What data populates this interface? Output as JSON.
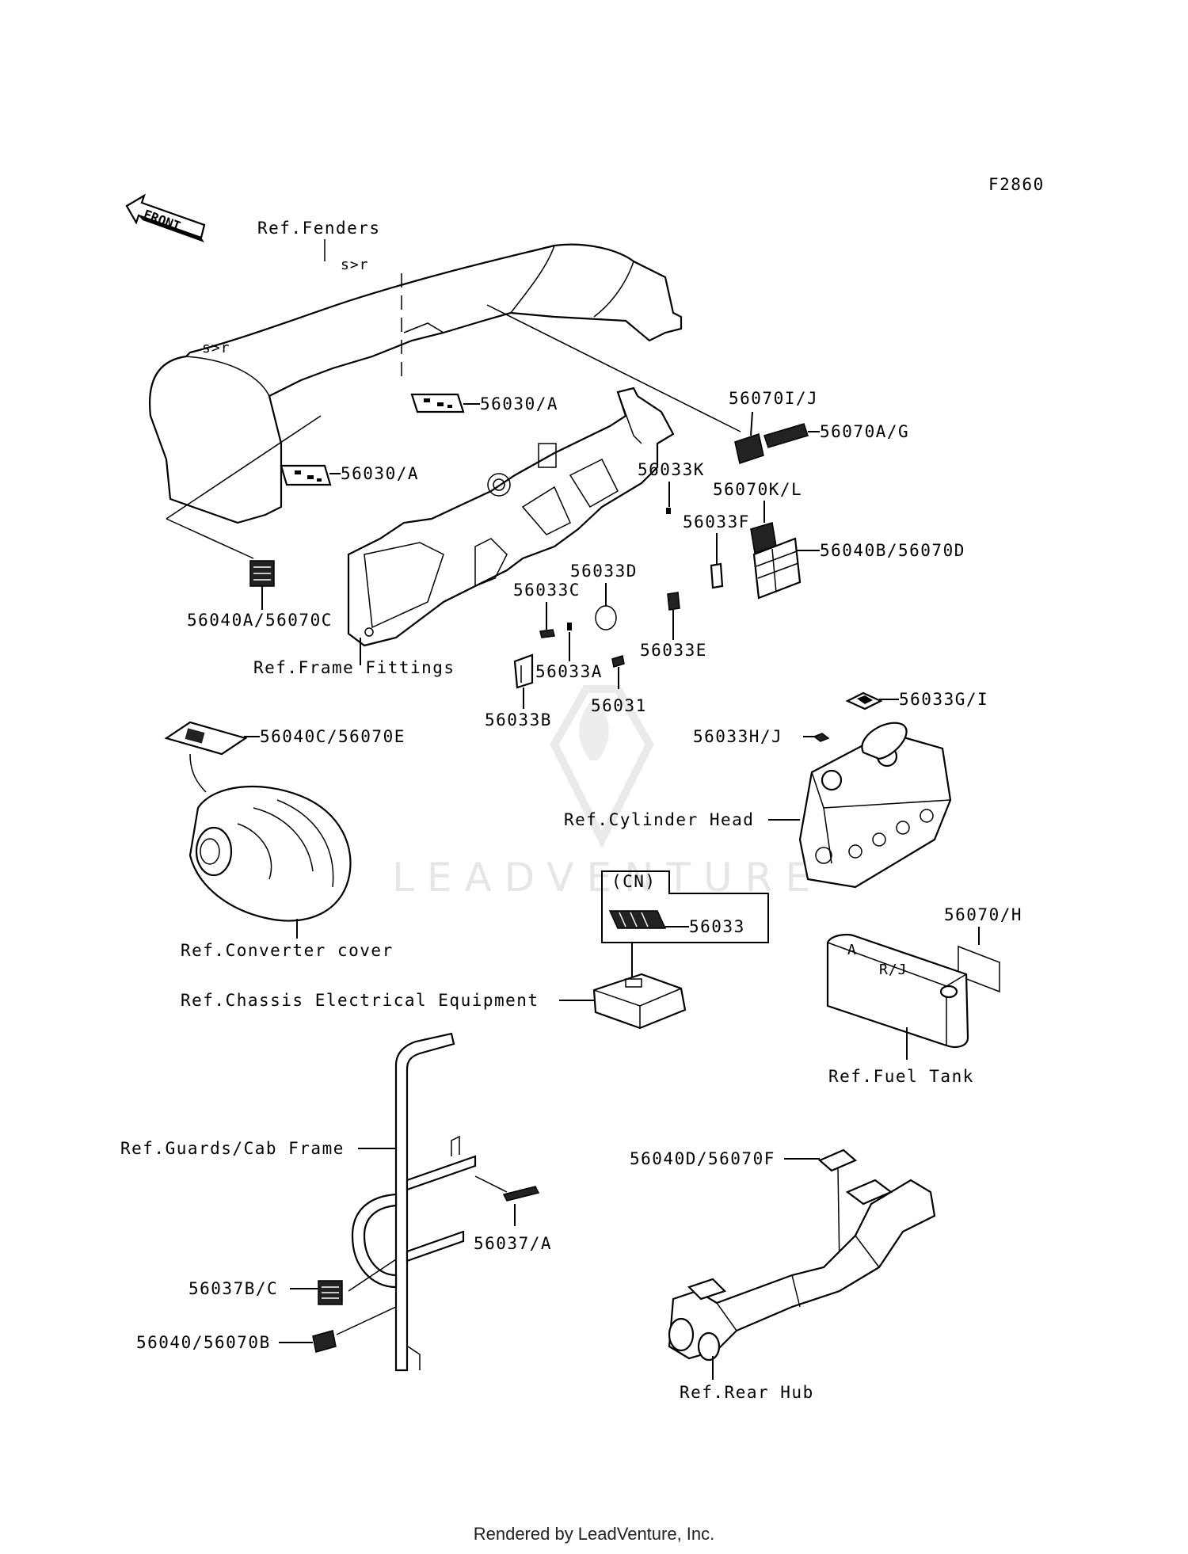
{
  "diagram_code": "F2860",
  "front_label": "FRONT",
  "watermark": "LEADVENTURE",
  "footer": "Rendered by LeadVenture, Inc.",
  "labels": {
    "ref_fenders": "Ref.Fenders",
    "ref_frame_fittings": "Ref.Frame Fittings",
    "ref_cylinder_head": "Ref.Cylinder Head",
    "ref_converter_cover": "Ref.Converter cover",
    "ref_chassis_electrical": "Ref.Chassis Electrical Equipment",
    "ref_fuel_tank": "Ref.Fuel Tank",
    "ref_guards_cab_frame": "Ref.Guards/Cab Frame",
    "ref_rear_hub": "Ref.Rear Hub",
    "cn": "(CN)"
  },
  "parts": {
    "p56030a_1": "56030/A",
    "p56030a_2": "56030/A",
    "p56070ij": "56070I/J",
    "p56070ag": "56070A/G",
    "p56033k": "56033K",
    "p56070kl": "56070K/L",
    "p56033f": "56033F",
    "p56040b_56070d": "56040B/56070D",
    "p56033d": "56033D",
    "p56033c": "56033C",
    "p56033e": "56033E",
    "p56040a_56070c": "56040A/56070C",
    "p56033a": "56033A",
    "p56031": "56031",
    "p56033b": "56033B",
    "p56033gi": "56033G/I",
    "p56040c_56070e": "56040C/56070E",
    "p56033hj": "56033H/J",
    "p56033": "56033",
    "p56070h": "56070/H",
    "p56040d_56070f": "56040D/56070F",
    "p56037a": "56037/A",
    "p56037bc": "56037B/C",
    "p56040_56070b": "56040/56070B"
  }
}
